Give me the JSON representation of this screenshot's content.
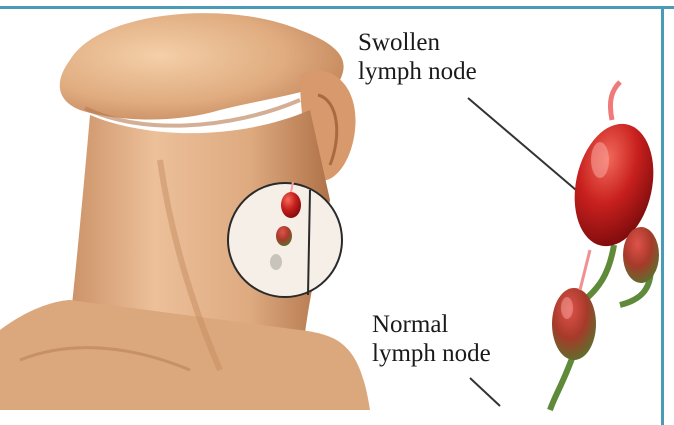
{
  "labels": {
    "swollen_line1": "Swollen",
    "swollen_line2": "lymph node",
    "normal_line1": "Normal",
    "normal_line2": "lymph node"
  },
  "colors": {
    "frame_border": "#4a9bb5",
    "skin": "#e4b48c",
    "swollen_node": "#c41e1e",
    "normal_node": "#7a9a4a"
  }
}
